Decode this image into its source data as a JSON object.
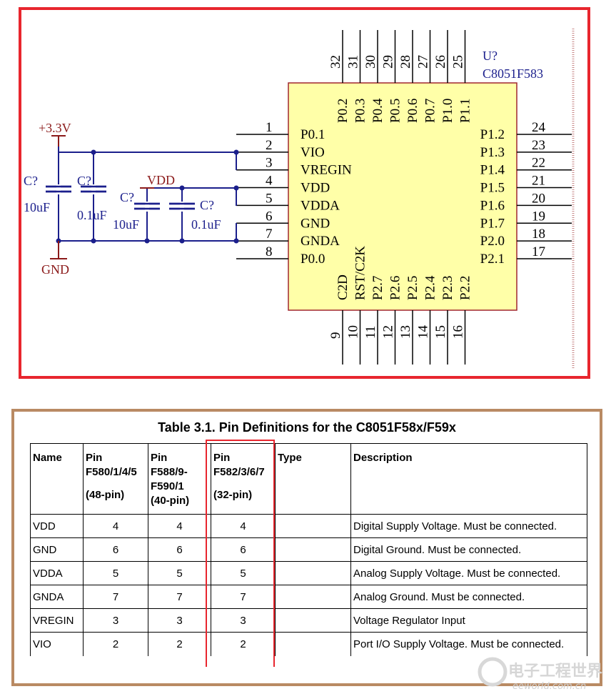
{
  "schematic": {
    "chip": {
      "designator": "U?",
      "part": "C8051F583",
      "left_pins": [
        {
          "num": "1",
          "name": "P0.1"
        },
        {
          "num": "2",
          "name": "VIO"
        },
        {
          "num": "3",
          "name": "VREGIN"
        },
        {
          "num": "4",
          "name": "VDD"
        },
        {
          "num": "5",
          "name": "VDDA"
        },
        {
          "num": "6",
          "name": "GND"
        },
        {
          "num": "7",
          "name": "GNDA"
        },
        {
          "num": "8",
          "name": "P0.0"
        }
      ],
      "right_pins": [
        {
          "num": "24",
          "name": "P1.2"
        },
        {
          "num": "23",
          "name": "P1.3"
        },
        {
          "num": "22",
          "name": "P1.4"
        },
        {
          "num": "21",
          "name": "P1.5"
        },
        {
          "num": "20",
          "name": "P1.6"
        },
        {
          "num": "19",
          "name": "P1.7"
        },
        {
          "num": "18",
          "name": "P2.0"
        },
        {
          "num": "17",
          "name": "P2.1"
        }
      ],
      "top_pins": [
        {
          "num": "32",
          "name": "P0.2"
        },
        {
          "num": "31",
          "name": "P0.3"
        },
        {
          "num": "30",
          "name": "P0.4"
        },
        {
          "num": "29",
          "name": "P0.5"
        },
        {
          "num": "28",
          "name": "P0.6"
        },
        {
          "num": "27",
          "name": "P0.7"
        },
        {
          "num": "26",
          "name": "P1.0"
        },
        {
          "num": "25",
          "name": "P1.1"
        }
      ],
      "bottom_pins": [
        {
          "num": "9",
          "name": "C2D"
        },
        {
          "num": "10",
          "name": "RST/C2K"
        },
        {
          "num": "11",
          "name": "P2.7"
        },
        {
          "num": "12",
          "name": "P2.6"
        },
        {
          "num": "13",
          "name": "P2.5"
        },
        {
          "num": "14",
          "name": "P2.4"
        },
        {
          "num": "15",
          "name": "P2.3"
        },
        {
          "num": "16",
          "name": "P2.2"
        }
      ]
    },
    "power_net": "+3.3V",
    "vdd_net": "VDD",
    "ground_net": "GND",
    "capacitors": [
      {
        "ref": "C?",
        "value": "10uF"
      },
      {
        "ref": "C?",
        "value": "0.1uF"
      },
      {
        "ref": "C?",
        "value": "10uF"
      },
      {
        "ref": "C?",
        "value": "0.1uF"
      }
    ],
    "colors": {
      "frame": "#e8262e",
      "chip_fill": "#ffffa8",
      "chip_border": "#a0262e",
      "wire": "#1b1f8c",
      "net_label": "#8b1a1a"
    }
  },
  "table": {
    "title": "Table 3.1. Pin Definitions for the C8051F58x/F59x",
    "headers": {
      "name": "Name",
      "pin1_a": "Pin",
      "pin1_b": "F580/1/4/5",
      "pin1_c": "(48-pin)",
      "pin2_a": "Pin",
      "pin2_b": "F588/9-",
      "pin2_c": "F590/1",
      "pin2_d": "(40-pin)",
      "pin3_a": "Pin",
      "pin3_b": "F582/3/6/7",
      "pin3_c": "(32-pin)",
      "type": "Type",
      "description": "Description"
    },
    "rows": [
      {
        "name": "VDD",
        "p48": "4",
        "p40": "4",
        "p32": "4",
        "type": "",
        "desc": "Digital Supply Voltage. Must be connected."
      },
      {
        "name": "GND",
        "p48": "6",
        "p40": "6",
        "p32": "6",
        "type": "",
        "desc": "Digital Ground. Must be connected."
      },
      {
        "name": "VDDA",
        "p48": "5",
        "p40": "5",
        "p32": "5",
        "type": "",
        "desc": "Analog Supply Voltage. Must be connected."
      },
      {
        "name": "GNDA",
        "p48": "7",
        "p40": "7",
        "p32": "7",
        "type": "",
        "desc": "Analog Ground. Must be connected."
      },
      {
        "name": "VREGIN",
        "p48": "3",
        "p40": "3",
        "p32": "3",
        "type": "",
        "desc": "Voltage Regulator Input"
      },
      {
        "name": "VIO",
        "p48": "2",
        "p40": "2",
        "p32": "2",
        "type": "",
        "desc": "Port I/O Supply Voltage. Must be connected."
      }
    ],
    "highlight_color": "#e8262e",
    "frame_color": "#b98a63"
  },
  "watermark": {
    "cn": "电子工程世界",
    "en": "eeworld.com.cn"
  }
}
